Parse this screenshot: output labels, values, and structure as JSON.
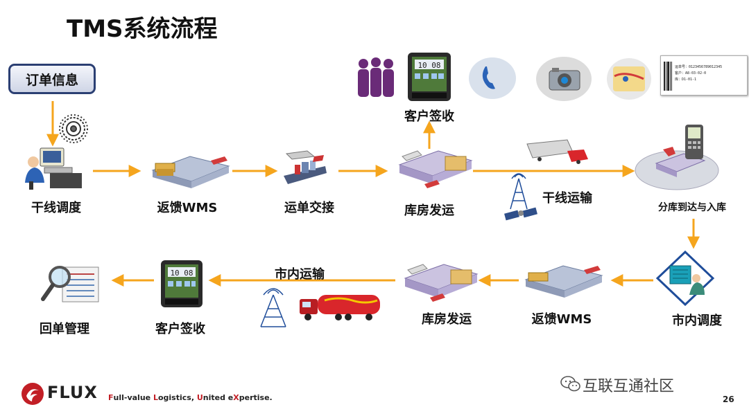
{
  "title": "TMS系统流程",
  "order_info": "订单信息",
  "nodes": {
    "dispatch_trunk": "干线调度",
    "feedback_wms_1": "返馈WMS",
    "waybill_handover": "运单交接",
    "warehouse_dispatch_1": "库房发运",
    "customer_sign_top": "客户签收",
    "trunk_transport": "干线运输",
    "branch_arrival": "分库到达与入库",
    "city_dispatch": "市内调度",
    "feedback_wms_2": "返馈WMS",
    "warehouse_dispatch_2": "库房发运",
    "city_transport": "市内运输",
    "customer_sign_bottom": "客户签收",
    "receipt_mgmt": "回单管理"
  },
  "device": {
    "clock": "10 08",
    "barcode_line1": "运单号：0123456789012345",
    "barcode_line2": "客户：A8-03-02-0",
    "barcode_line3": "库：D1-01-1"
  },
  "footer": {
    "brand": "FLUX",
    "slogan_parts": [
      "F",
      "ull-value ",
      "L",
      "ogistics, ",
      "U",
      "nited e",
      "X",
      "pertise."
    ],
    "wechat": "互联互通社区",
    "page_number": "26"
  },
  "colors": {
    "arrow": "#f5a51d",
    "box_border": "#2b3f73",
    "brand_red": "#c21f26",
    "truck_red": "#d9262b"
  }
}
